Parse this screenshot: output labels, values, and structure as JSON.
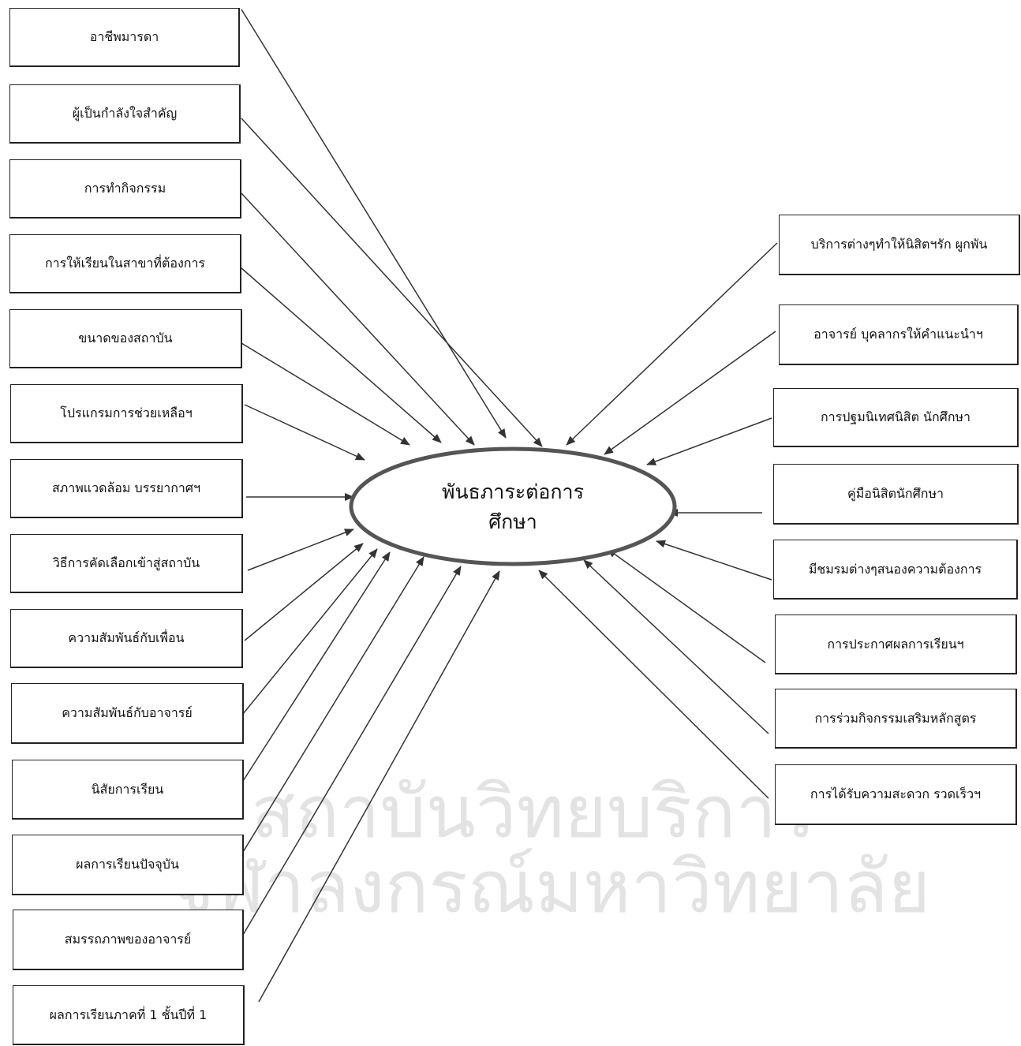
{
  "center": {
    "line1": "พันธภาระต่อการ",
    "line2": "ศึกษา"
  },
  "watermark": {
    "line1": "สถาบันวิทยบริการ",
    "line2": "จุฬาลงกรณ์มหาวิทยาลัย"
  },
  "left_factors": [
    "อาชีพมารดา",
    "ผู้เป็นกำลังใจสำคัญ",
    "การทำกิจกรรม",
    "การให้เรียนในสาขาที่ต้องการ",
    "ขนาดของสถาบัน",
    "โปรแกรมการช่วยเหลือฯ",
    "สภาพแวดล้อม บรรยากาศฯ",
    "วิธีการคัดเลือกเข้าสู่สถาบัน",
    "ความสัมพันธ์กับเพื่อน",
    "ความสัมพันธ์กับอาจารย์",
    "นิสัยการเรียน",
    "ผลการเรียนปัจจุบัน",
    "สมรรถภาพของอาจารย์",
    "ผลการเรียนภาคที่ 1 ชั้นปีที่ 1"
  ],
  "right_factors": [
    "บริการต่างๆทำให้นิสิตฯรัก ผูกพัน",
    "อาจารย์ บุคลากรให้คำแนะนำฯ",
    "การปฐมนิเทศนิสิต นักศึกษา",
    "คู่มือนิสิตนักศึกษา",
    "มีชมรมต่างๆสนองความต้องการ",
    "การประกาศผลการเรียนฯ",
    "การร่วมกิจกรรมเสริมหลักสูตร",
    "การได้รับความสะดวก รวดเร็วฯ"
  ]
}
